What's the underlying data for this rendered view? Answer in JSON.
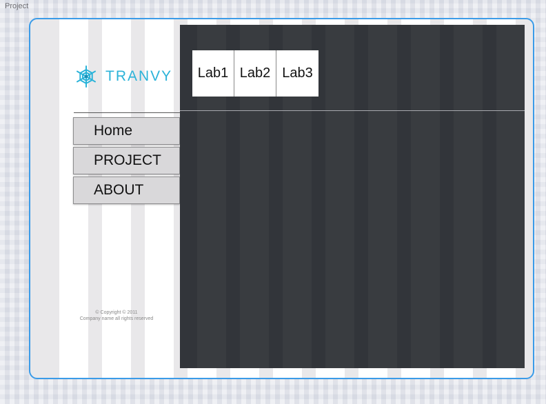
{
  "frame": {
    "label": "Project"
  },
  "brand": {
    "name": "TRANVY",
    "icon": "snowflake-logo-icon",
    "color": "#2bb3d9"
  },
  "nav": {
    "items": [
      {
        "label": "Home"
      },
      {
        "label": "PROJECT"
      },
      {
        "label": "ABOUT"
      }
    ]
  },
  "tabs": [
    {
      "label": "Lab1"
    },
    {
      "label": "Lab2"
    },
    {
      "label": "Lab3"
    }
  ],
  "footer": {
    "line1": "© Copyright © 2011",
    "line2": "Company name all rights reserved"
  },
  "colors": {
    "selection": "#3a9be8",
    "panel": "#32353a",
    "nav_bg": "#d9d8da"
  }
}
